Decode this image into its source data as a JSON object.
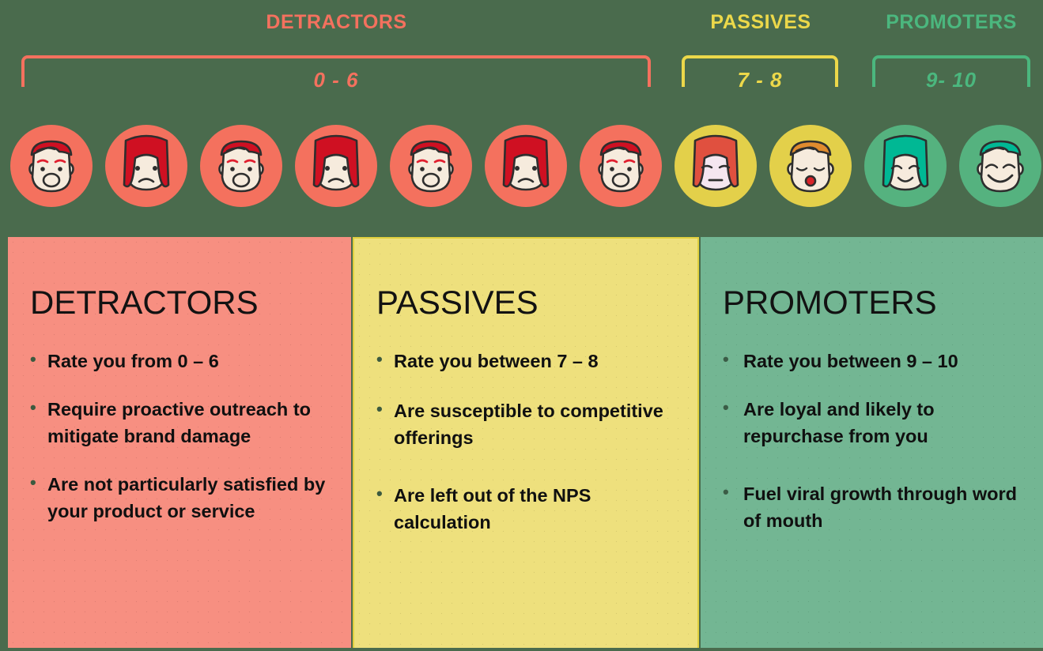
{
  "colors": {
    "background": "#4a6b4d",
    "detractor": "#f4715e",
    "passive": "#ecd84a",
    "promoter": "#4bb77e",
    "detractor_panel": "#f78f81",
    "passive_panel": "#eee07d",
    "promoter_panel": "#73b693",
    "text": "#101010"
  },
  "scale": {
    "groups": [
      {
        "key": "detractors",
        "title": "DETRACTORS",
        "range": "0 - 6",
        "faces": [
          "angry-male-face-icon",
          "sad-female-face-icon",
          "angry-male-face-icon",
          "sad-female-face-icon",
          "angry-male-face-icon",
          "sad-female-face-icon",
          "angry-male-face-icon"
        ]
      },
      {
        "key": "passives",
        "title": "PASSIVES",
        "range": "7 - 8",
        "faces": [
          "neutral-female-face-icon",
          "surprised-male-face-icon"
        ]
      },
      {
        "key": "promoters",
        "title": "PROMOTERS",
        "range": "9- 10",
        "faces": [
          "happy-female-face-icon",
          "happy-male-face-icon"
        ]
      }
    ]
  },
  "panels": [
    {
      "key": "detractors",
      "title": "DETRACTORS",
      "bullets": [
        "Rate you from 0 – 6",
        "Require proactive outreach to mitigate brand damage",
        "Are not particularly satisfied by your product or service"
      ]
    },
    {
      "key": "passives",
      "title": "PASSIVES",
      "bullets": [
        "Rate you between 7 – 8",
        "Are susceptible to competitive offerings",
        "Are left out of the NPS calculation"
      ]
    },
    {
      "key": "promoters",
      "title": "PROMOTERS",
      "bullets": [
        "Rate you between 9 – 10",
        "Are loyal and likely to repurchase from you",
        "Fuel viral growth through word of mouth"
      ]
    }
  ]
}
